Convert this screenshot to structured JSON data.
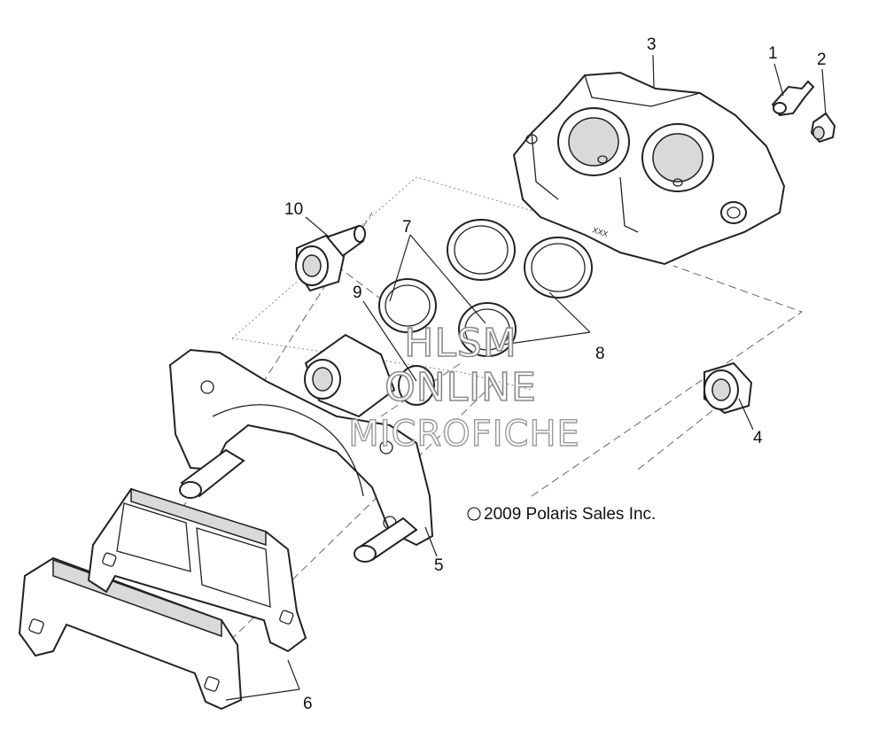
{
  "callouts": [
    "1",
    "2",
    "3",
    "4",
    "5",
    "6",
    "7",
    "8",
    "9",
    "10"
  ],
  "watermark": {
    "line1": "HLSM",
    "line2": "ONLINE",
    "line3": "MICROFICHE"
  },
  "copyright": "2009 Polaris Sales Inc.",
  "copyright_symbol": "©",
  "caliper_mark": "XXX"
}
